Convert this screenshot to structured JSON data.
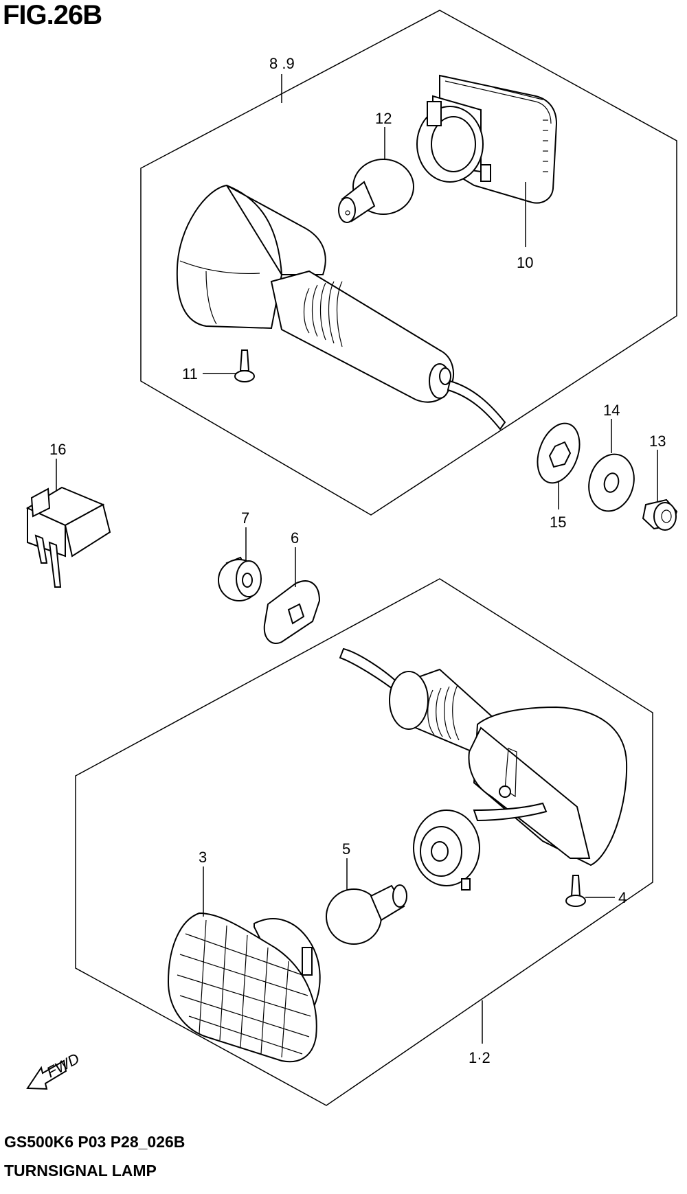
{
  "figure": {
    "title": "FIG.26B"
  },
  "footer": {
    "model": "GS500K6 P03 P28_026B",
    "name": "TURNSIGNAL LAMP"
  },
  "fwd_label": "FWD",
  "callouts": {
    "c89": "8 .9",
    "c12": "12",
    "c10": "10",
    "c11": "11",
    "c16": "16",
    "c14": "14",
    "c13": "13",
    "c15": "15",
    "c7": "7",
    "c6": "6",
    "c3": "3",
    "c5": "5",
    "c4": "4",
    "c12b": "1·2"
  }
}
